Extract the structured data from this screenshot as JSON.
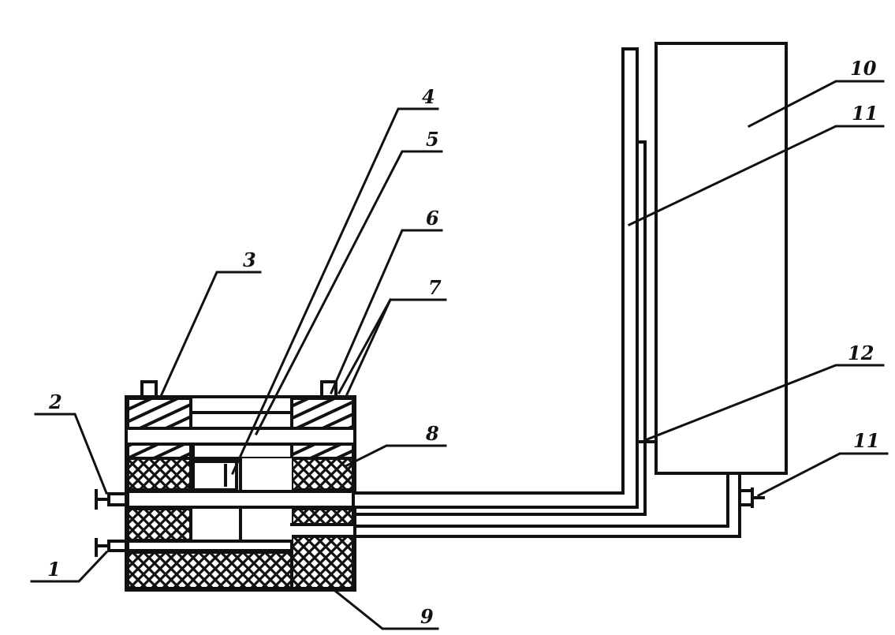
{
  "labels": {
    "l1": "1",
    "l2": "2",
    "l3": "3",
    "l4": "4",
    "l5": "5",
    "l6": "6",
    "l7": "7",
    "l8": "8",
    "l9": "9",
    "l10": "10",
    "l11a": "11",
    "l11b": "11",
    "l12": "12"
  },
  "colors": {
    "ink": "#111111",
    "paper": "#ffffff"
  }
}
